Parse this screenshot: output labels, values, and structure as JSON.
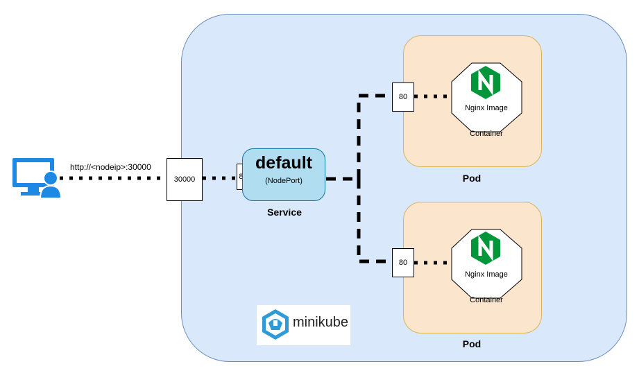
{
  "client": {
    "url_label": "http://<nodeip>:30000"
  },
  "cluster": {
    "node_port": "30000",
    "service": {
      "name": "default",
      "type": "(NodePort)",
      "port": "80",
      "label": "Service"
    },
    "pods": [
      {
        "port": "80",
        "image_label": "Nginx Image",
        "container_label": "Container",
        "label": "Pod"
      },
      {
        "port": "80",
        "image_label": "Nginx Image",
        "container_label": "Container",
        "label": "Pod"
      }
    ],
    "brand": {
      "text": "minikube"
    }
  },
  "colors": {
    "cluster_fill": "#dae8fc",
    "cluster_stroke": "#6c8ebf",
    "pod_fill": "#fce5cd",
    "pod_stroke": "#d6b656",
    "service_fill": "#b1ddf0",
    "nginx_green": "#009639",
    "client_icon": "#1e88e5"
  }
}
